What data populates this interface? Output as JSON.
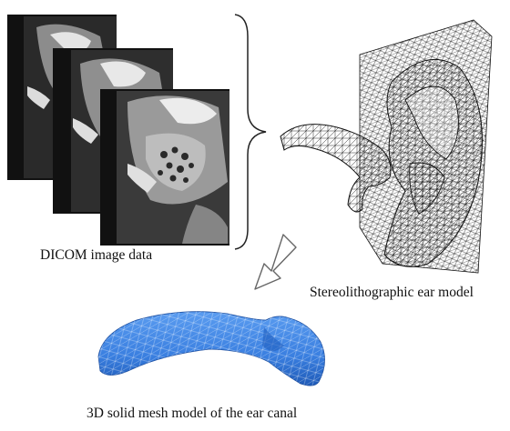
{
  "captions": {
    "dicom": "DICOM image data",
    "stl": "Stereolithographic ear model",
    "mesh": "3D solid mesh model of the ear canal"
  },
  "colors": {
    "ct_frame": "#111111",
    "ct_bone": "#e8e8e8",
    "ct_tissue": "#9a9a9a",
    "wire": "#1a1a1a",
    "mesh_fill": "#3f86e6",
    "mesh_dark": "#1f5fbf",
    "arrow": "#666666"
  }
}
